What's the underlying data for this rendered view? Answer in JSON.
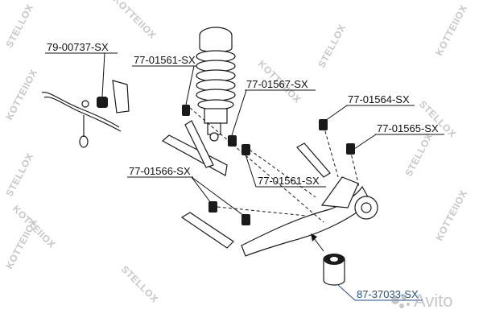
{
  "watermark": {
    "brand": "STELLOX",
    "brand_alt": "KOTTEIIOX",
    "avito": "Avito"
  },
  "labels": [
    {
      "id": "p1",
      "text": "79-00737-SX"
    },
    {
      "id": "p2",
      "text": "77-01561-SX"
    },
    {
      "id": "p3",
      "text": "77-01567-SX"
    },
    {
      "id": "p4",
      "text": "77-01564-SX"
    },
    {
      "id": "p5",
      "text": "77-01565-SX"
    },
    {
      "id": "p6",
      "text": "77-01566-SX"
    },
    {
      "id": "p7",
      "text": "77-01561-SX"
    },
    {
      "id": "p8",
      "text": "87-37033-SX"
    }
  ],
  "colors": {
    "highlight": "#1d4f9e",
    "line": "#1a1a1a",
    "watermark": "#c7c7c7"
  }
}
